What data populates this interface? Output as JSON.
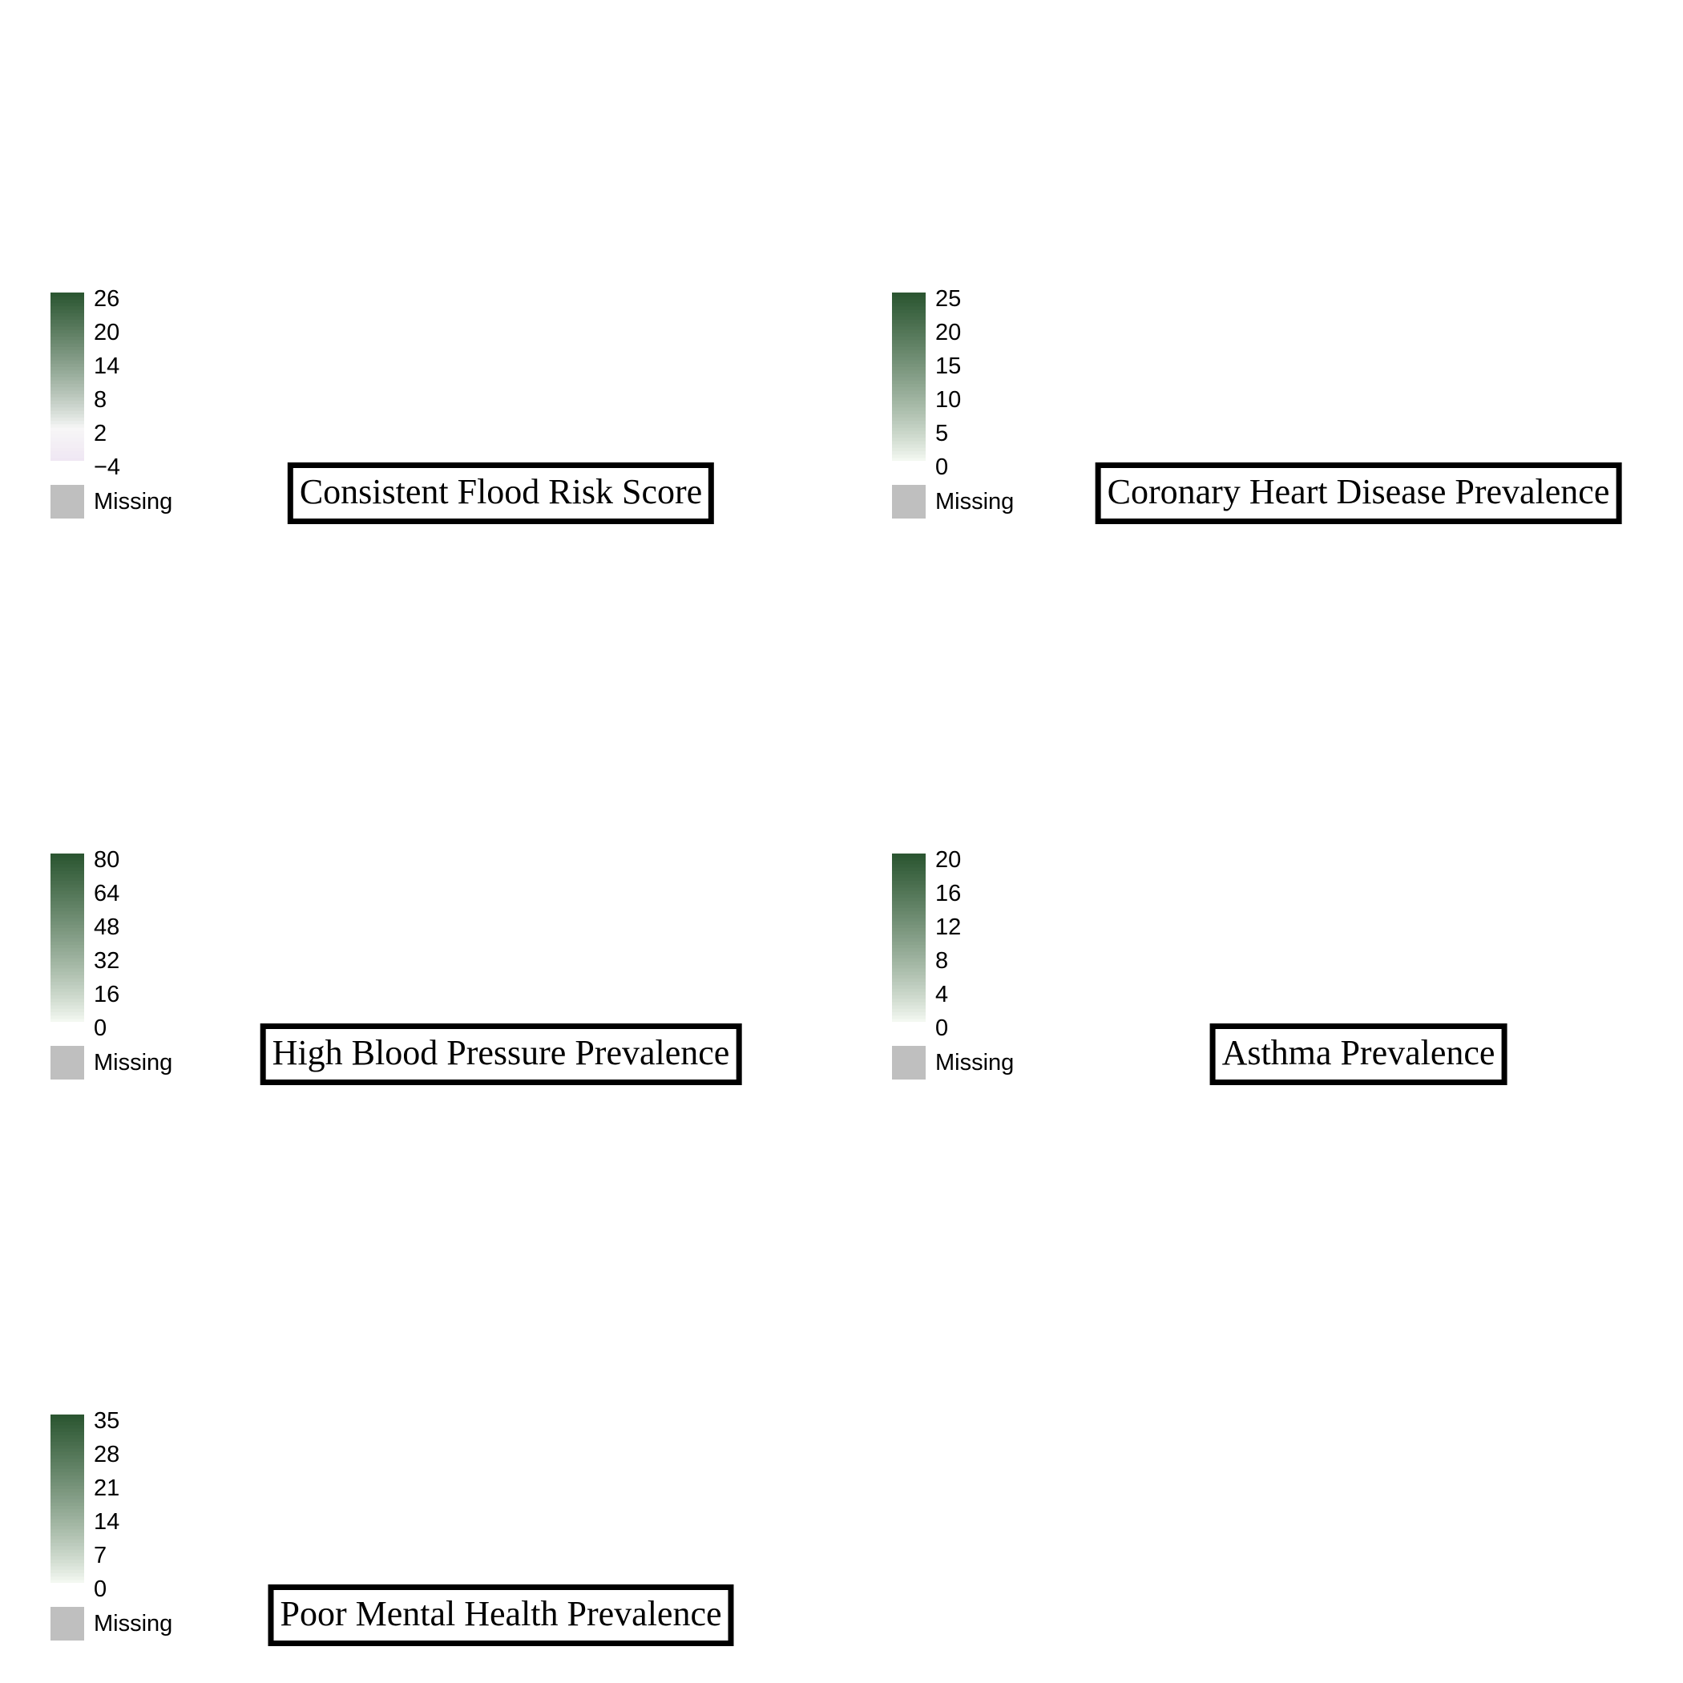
{
  "panels": [
    {
      "title": "Consistent Flood Risk Score",
      "legend": {
        "ticks": [
          "26",
          "20",
          "14",
          "8",
          "2",
          "−4"
        ],
        "missing_label": "Missing",
        "min": -4,
        "max": 26,
        "colors": {
          "low": "#efe6f3",
          "mid": "#f7f7f7",
          "midvalue": 2,
          "high": "#2a5530"
        }
      }
    },
    {
      "title": "Coronary Heart Disease Prevalence",
      "legend": {
        "ticks": [
          "25",
          "20",
          "15",
          "10",
          "5",
          "0"
        ],
        "missing_label": "Missing",
        "min": 0,
        "max": 25,
        "colors": {
          "low": "#f7fbf5",
          "high": "#2a5530"
        }
      }
    },
    {
      "title": "High Blood Pressure Prevalence",
      "legend": {
        "ticks": [
          "80",
          "64",
          "48",
          "32",
          "16",
          "0"
        ],
        "missing_label": "Missing",
        "min": 0,
        "max": 80,
        "colors": {
          "low": "#f7fbf5",
          "high": "#2a5530"
        }
      }
    },
    {
      "title": "Asthma Prevalence",
      "legend": {
        "ticks": [
          "20",
          "16",
          "12",
          "8",
          "4",
          "0"
        ],
        "missing_label": "Missing",
        "min": 0,
        "max": 20,
        "colors": {
          "low": "#f7fbf5",
          "high": "#2a5530"
        }
      }
    },
    {
      "title": "Poor Mental Health Prevalence",
      "legend": {
        "ticks": [
          "35",
          "28",
          "21",
          "14",
          "7",
          "0"
        ],
        "missing_label": "Missing",
        "min": 0,
        "max": 35,
        "colors": {
          "low": "#f7fbf5",
          "high": "#2a5530"
        }
      }
    }
  ],
  "missing_color": "#bfbfbf"
}
